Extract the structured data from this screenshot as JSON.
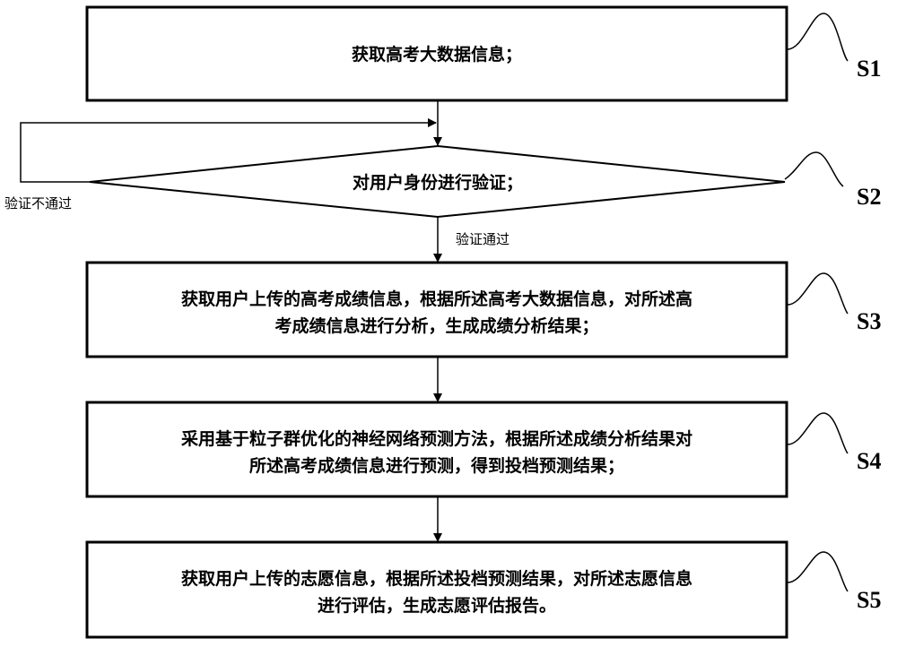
{
  "steps": [
    {
      "label": "S1",
      "lines": [
        "获取高考大数据信息；"
      ]
    },
    {
      "label": "S2",
      "lines": [
        "对用户身份进行验证；"
      ]
    },
    {
      "label": "S3",
      "lines": [
        "获取用户上传的高考成绩信息，根据所述高考大数据信息，对所述高",
        "考成绩信息进行分析，生成成绩分析结果；"
      ]
    },
    {
      "label": "S4",
      "lines": [
        "采用基于粒子群优化的神经网络预测方法，根据所述成绩分析结果对",
        "所述高考成绩信息进行预测，得到投档预测结果；"
      ]
    },
    {
      "label": "S5",
      "lines": [
        "获取用户上传的志愿信息，根据所述投档预测结果，对所述志愿信息",
        "进行评估，生成志愿评估报告。"
      ]
    }
  ],
  "edges": {
    "fail": "验证不通过",
    "pass": "验证通过"
  }
}
